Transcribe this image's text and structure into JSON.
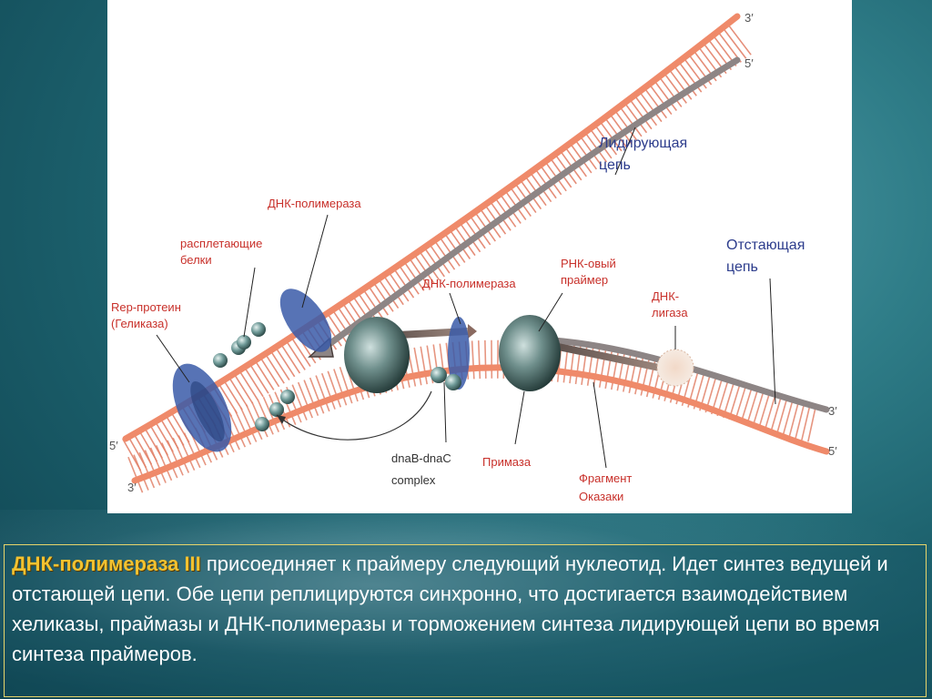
{
  "diagram": {
    "prime_top_right_a": "3′",
    "prime_top_right_b": "5′",
    "prime_mid_right_a": "3′",
    "prime_mid_right_b": "5′",
    "prime_left_top": "5′",
    "prime_left_bottom": "3′",
    "leading_strand": [
      "Лидирующая",
      "цепь"
    ],
    "lagging_strand": [
      "Отстающая",
      "цепь"
    ],
    "dna_polymerase_top": "ДНК-полимераза",
    "ssb": [
      "расплетающие",
      "белки"
    ],
    "rep_protein": [
      "Rep-протеин",
      "(Геликаза)"
    ],
    "dna_polymerase_mid": "ДНК-полимераза",
    "rna_primer": [
      "РНК-овый",
      "праймер"
    ],
    "dna_ligase": [
      "ДНК-",
      "лигаза"
    ],
    "dnab_dnac": [
      "dnaB-dnaC",
      "complex"
    ],
    "primase": "Примаза",
    "okazaki": [
      "Фрагмент",
      "Оказаки"
    ]
  },
  "caption": {
    "highlight": "ДНК-полимераза III",
    "text": " присоединяет к праймеру следующий нуклеотид. Идет синтез ведущей и отстающей цепи. Обе цепи реплицируются синхронно, что достигается взаимодействием хеликазы, праймазы и ДНК-полимеразы и торможением синтеза лидирующей цепи во время синтеза праймеров."
  },
  "colors": {
    "strand_orange": "#ef8a6a",
    "strand_gray": "#8d8585",
    "label_red": "#c8302a",
    "label_blue": "#2c3c8c",
    "protein_blue": "#3a5aa8",
    "highlight_yellow": "#f2c230"
  }
}
